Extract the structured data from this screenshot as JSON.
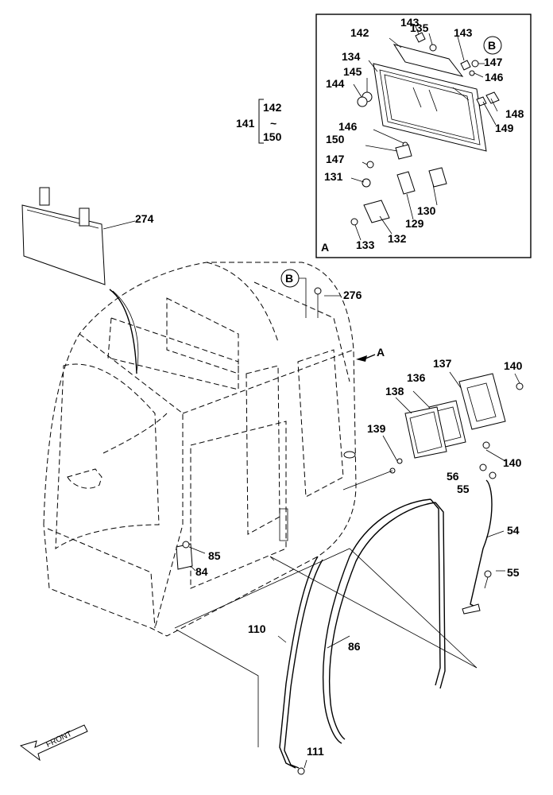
{
  "detail_view": {
    "letter": "A"
  },
  "callouts": {
    "A": "A",
    "B_detail": "B",
    "B_main": "B"
  },
  "group_bracket": {
    "main": "141",
    "from": "142",
    "tilde": "~",
    "to": "150"
  },
  "front_arrow": "FRONT",
  "parts": {
    "p143a": "143",
    "p135": "135",
    "p143b": "143",
    "p142": "142",
    "p134": "134",
    "p145": "145",
    "p144": "144",
    "p147a": "147",
    "p146a": "146",
    "p148": "148",
    "p149": "149",
    "p146b": "146",
    "p150": "150",
    "p147b": "147",
    "p131": "131",
    "p130": "130",
    "p129": "129",
    "p132": "132",
    "p133": "133",
    "p274": "274",
    "p276": "276",
    "p137": "137",
    "p140a": "140",
    "p136": "136",
    "p138": "138",
    "p139": "139",
    "p140b": "140",
    "p56": "56",
    "p55a": "55",
    "p54": "54",
    "p55b": "55",
    "p85": "85",
    "p84": "84",
    "p110": "110",
    "p86": "86",
    "p111": "111"
  }
}
